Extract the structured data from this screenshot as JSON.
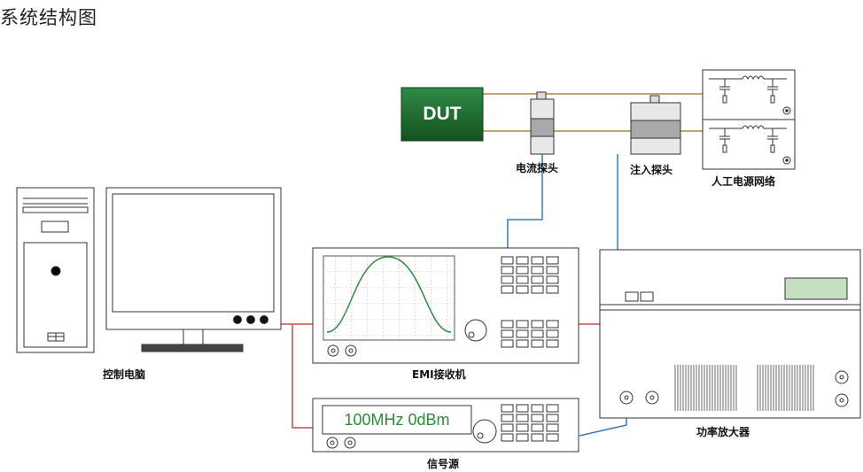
{
  "title": "系统结构图",
  "devices": {
    "dut": "DUT",
    "current_probe": "电流探头",
    "injection_probe": "注入探头",
    "lisn": "人工电源网络",
    "computer": "控制电脑",
    "emi_receiver": "EMI接收机",
    "signal_source": "信号源",
    "power_amplifier": "功率放大器"
  },
  "signal_source_display": "100MHz 0dBm",
  "colors": {
    "dut_fill": "#1f6e34",
    "power_line": "#b8985a",
    "rf_cable_red": "#c0504d",
    "rf_cable_blue": "#3c78b4",
    "trace_green": "#2e8b3a"
  }
}
